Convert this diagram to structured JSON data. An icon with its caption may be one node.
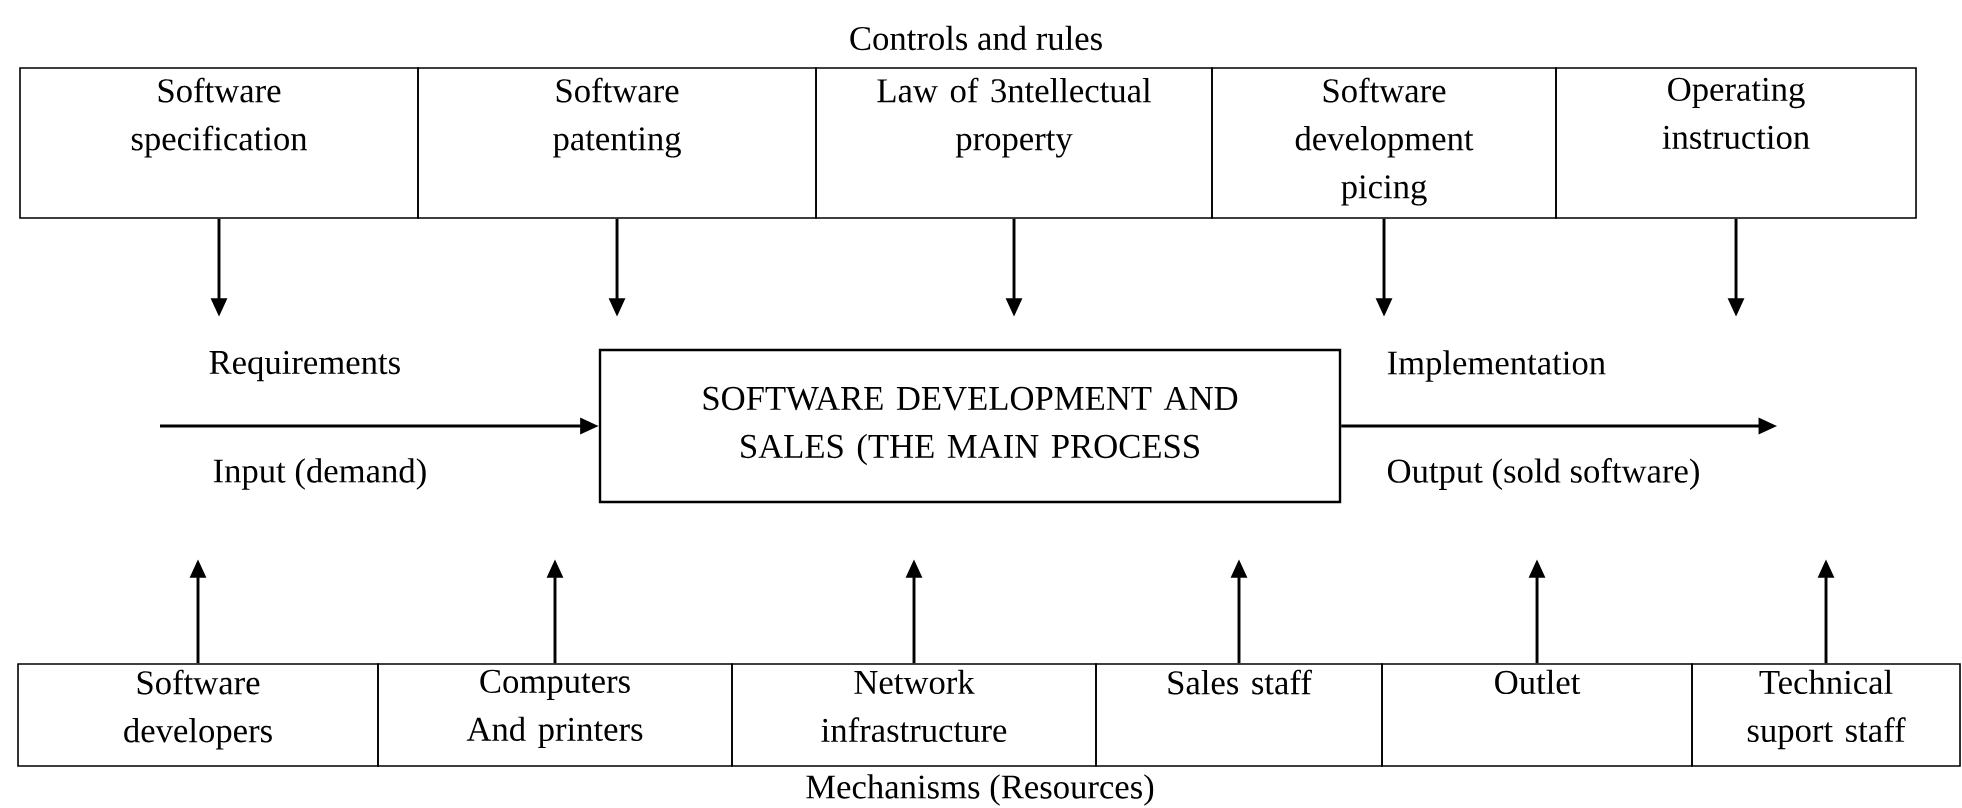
{
  "diagram": {
    "nodes": [
      {
        "text": [
          "Software specification"
        ]
      },
      {
        "text": [
          "Software patenting"
        ]
      },
      {
        "text": [
          "Law of 3ntellectual property"
        ]
      },
      {
        "text": [
          "Software development picing"
        ]
      },
      {
        "text": [
          "Operating instruction"
        ]
      },
      {
        "text": [
          "SOFTWARE DEVELOPMENT AND SALES (THE MAIN PROCESS"
        ]
      },
      {
        "text": [
          "Software developers"
        ]
      },
      {
        "text": [
          "Computers And printers"
        ]
      },
      {
        "text": [
          "Network infrastructure"
        ]
      },
      {
        "text": [
          "Sales staff"
        ]
      },
      {
        "text": [
          "Outlet"
        ]
      },
      {
        "text": [
          "Technical suport staff"
        ]
      }
    ],
    "edges": [
      {
        "from": 0,
        "to": null,
        "arrow": "to"
      },
      {
        "from": 1,
        "to": null,
        "arrow": "to"
      },
      {
        "from": 2,
        "to": null,
        "arrow": "to"
      },
      {
        "from": 3,
        "to": null,
        "arrow": "to"
      },
      {
        "from": 4,
        "to": null,
        "arrow": "to"
      },
      {
        "from": null,
        "to": 5,
        "arrow": "to"
      },
      {
        "from": 5,
        "to": null,
        "arrow": "to"
      },
      {
        "from": 6,
        "to": null,
        "arrow": "to"
      },
      {
        "from": 7,
        "to": null,
        "arrow": "to"
      },
      {
        "from": 8,
        "to": null,
        "arrow": "to"
      },
      {
        "from": 9,
        "to": null,
        "arrow": "to"
      },
      {
        "from": 10,
        "to": null,
        "arrow": "to"
      },
      {
        "from": 11,
        "to": null,
        "arrow": "to"
      }
    ],
    "labels": [
      "Controls and rules",
      "Requirements",
      "Input (demand)",
      "Implementation",
      "Output (sold software)",
      "Mechanisms (Resources)"
    ]
  }
}
